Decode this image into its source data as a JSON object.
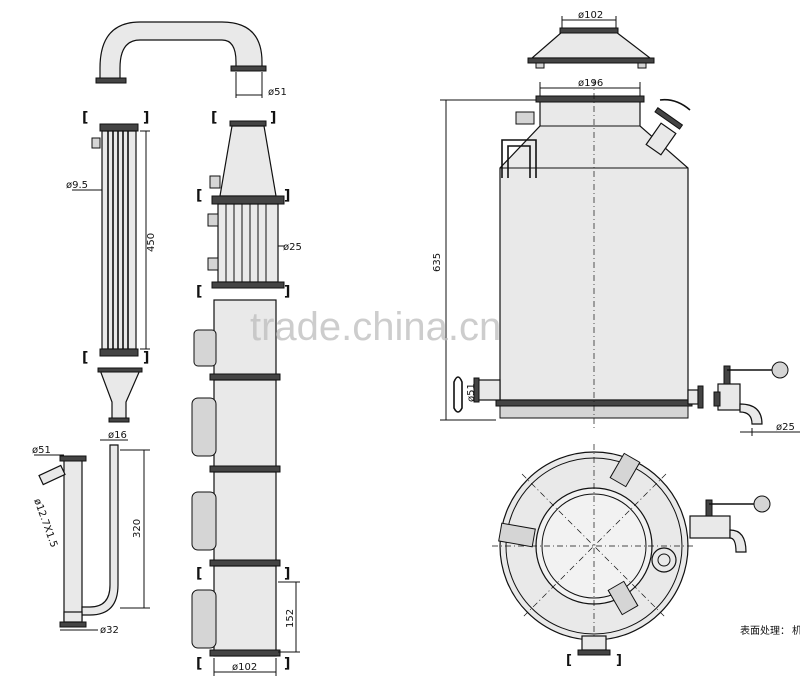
{
  "dimensions": {
    "d51_top": "ø51",
    "d9_5": "ø9.5",
    "len450": "450",
    "d25_column": "ø25",
    "d102_lid": "ø102",
    "d196": "ø196",
    "h635": "635",
    "d51_outlet": "ø51",
    "d25_valve": "ø25",
    "d16": "ø16",
    "d51_bottom": "ø51",
    "d12_7": "ø12.7X1.5",
    "len320": "320",
    "d32": "ø32",
    "len152": "152",
    "d102_bottom": "ø102"
  },
  "note": "表面处理：",
  "note_suffix": "机",
  "watermark": "trade.china.cn"
}
